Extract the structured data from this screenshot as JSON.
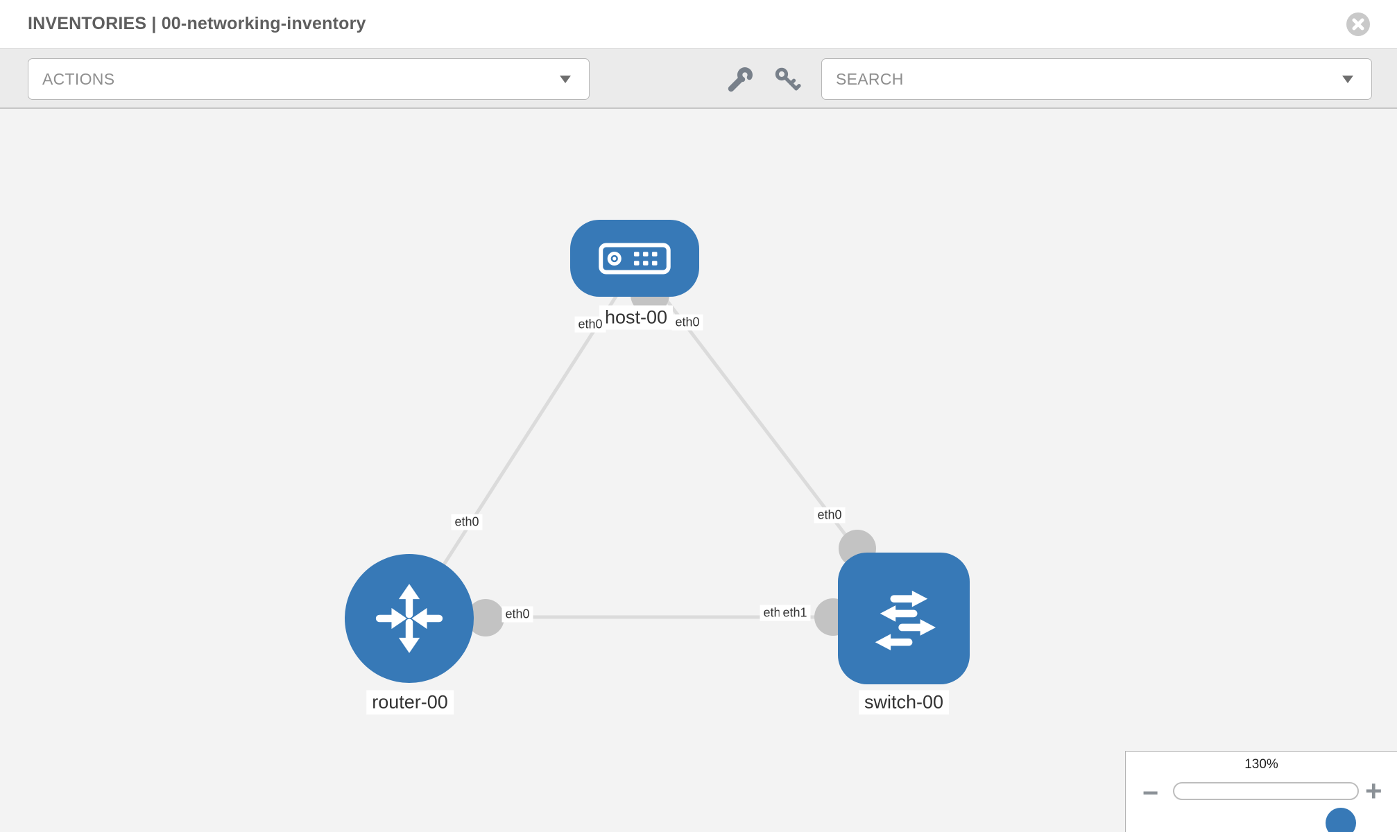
{
  "header": {
    "title": "INVENTORIES | 00-networking-inventory"
  },
  "toolbar": {
    "actions_label": "ACTIONS",
    "search_label": "SEARCH"
  },
  "canvas": {
    "nodes": [
      {
        "id": "host-00",
        "type": "host",
        "label": "host-00"
      },
      {
        "id": "router-00",
        "type": "router",
        "label": "router-00"
      },
      {
        "id": "switch-00",
        "type": "switch",
        "label": "switch-00"
      }
    ],
    "links": [
      {
        "from": "router-00",
        "to": "host-00",
        "from_interface": "eth0",
        "to_interface": "eth0"
      },
      {
        "from": "switch-00",
        "to": "host-00",
        "from_interface": "eth0",
        "to_interface": "eth0"
      },
      {
        "from": "router-00",
        "to": "switch-00",
        "from_interface": "eth0",
        "to_interface": "eth1"
      }
    ],
    "interface_labels": {
      "host_left": "eth0",
      "host_right": "eth0",
      "router_uplink": "eth0",
      "switch_uplink": "eth0",
      "router_port": "eth0",
      "switch_port_under": "eth0",
      "switch_port_over": "eth1"
    }
  },
  "zoom_control": {
    "level": "130%",
    "zoom_out_glyph": "−",
    "zoom_in_glyph": "+"
  },
  "colors": {
    "node_blue": "#3779b7",
    "port_gray": "#c3c3c3",
    "link_gray": "#dbdbdb",
    "toolbar_bg": "#ebebeb",
    "canvas_bg": "#f3f3f3",
    "icon_gray": "#78808a"
  }
}
